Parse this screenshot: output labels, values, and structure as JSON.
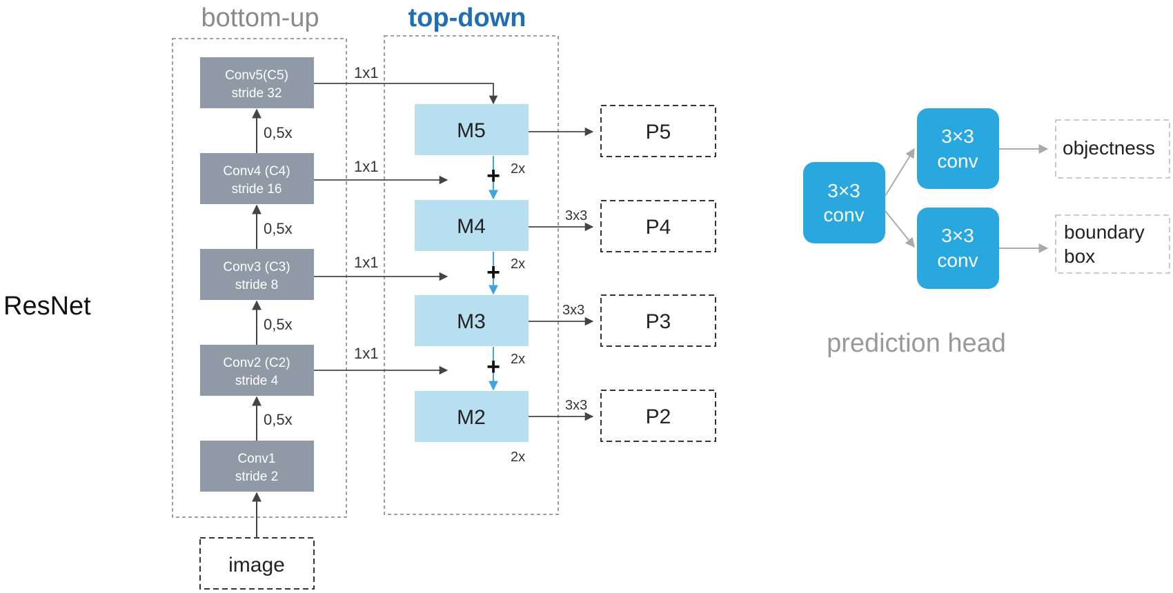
{
  "left_label": "ResNet",
  "bottom_up_title": "bottom-up",
  "top_down_title": "top-down",
  "head_title": "prediction head",
  "input_label": "image",
  "conv_blocks": [
    {
      "line1": "Conv5(C5)",
      "line2": "stride 32"
    },
    {
      "line1": "Conv4 (C4)",
      "line2": "stride 16"
    },
    {
      "line1": "Conv3 (C3)",
      "line2": "stride 8"
    },
    {
      "line1": "Conv2 (C2)",
      "line2": "stride 4"
    },
    {
      "line1": "Conv1",
      "line2": "stride 2"
    }
  ],
  "downsample_label": "0,5x",
  "lateral_label": "1x1",
  "upsample_label": "2x",
  "smooth_label": "3x3",
  "plus_sign": "+",
  "merge_blocks": [
    "M5",
    "M4",
    "M3",
    "M2"
  ],
  "pyramid_outputs": [
    "P5",
    "P4",
    "P3",
    "P2"
  ],
  "head_conv": {
    "line1": "3×3",
    "line2": "conv"
  },
  "head_outputs": [
    {
      "line1": "objectness",
      "line2": ""
    },
    {
      "line1": "boundary",
      "line2": "box"
    }
  ],
  "colors": {
    "conv_fill": "#8f9aa6",
    "merge_fill": "#b7dff0",
    "head_fill": "#29a8e0",
    "blue_text": "#1f6fb2",
    "gray_title": "#8a8a8a",
    "blue_arrow": "#3ca6dc",
    "dark_line": "#444444",
    "light_line": "#aaaaaa"
  }
}
